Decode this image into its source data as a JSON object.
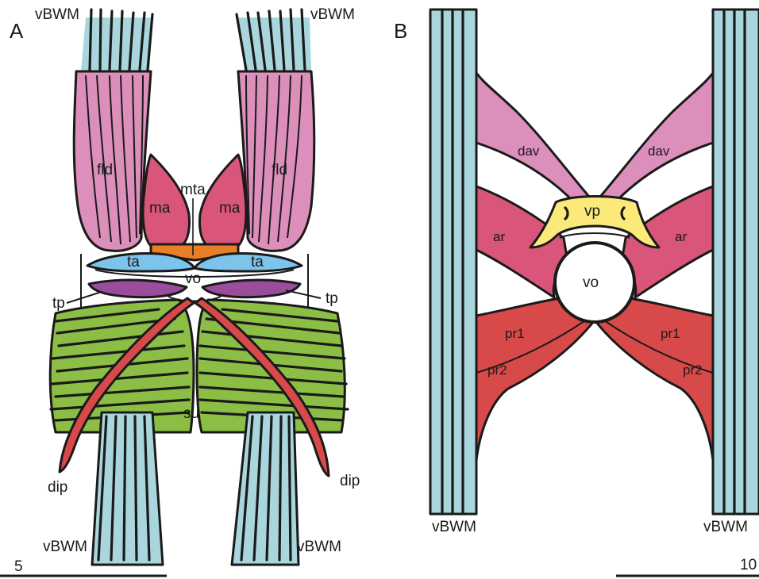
{
  "panel_a": {
    "letter": "A",
    "labels": {
      "vbwm_top_left": "vBWM",
      "vbwm_top_right": "vBWM",
      "fld_left": "fld",
      "fld_right": "fld",
      "ma_left": "ma",
      "ma_right": "ma",
      "mta": "mta",
      "ta_left": "ta",
      "ta_right": "ta",
      "vo": "vo",
      "tp_left": "tp",
      "tp_right": "tp",
      "su": "su",
      "dip_left": "dip",
      "dip_right": "dip",
      "vbwm_bottom_left": "vBWM",
      "vbwm_bottom_right": "vBWM"
    },
    "scale_bar_label": "5"
  },
  "panel_b": {
    "letter": "B",
    "labels": {
      "dav_left": "dav",
      "dav_right": "dav",
      "vp": "vp",
      "ar_left": "ar",
      "ar_right": "ar",
      "vo": "vo",
      "pr1_left": "pr1",
      "pr1_right": "pr1",
      "pr2_left": "pr2",
      "pr2_right": "pr2",
      "vbwm_left": "vBWM",
      "vbwm_right": "vBWM"
    },
    "scale_bar_label": "10"
  },
  "colors": {
    "body_wall_muscle": "#a9d6dd",
    "fld_dav": "#dd8fbb",
    "ma_ar": "#d9557a",
    "pr_dip": "#d84a4a",
    "ta": "#7cc4ec",
    "tp": "#9a4d9b",
    "mta": "#e87f26",
    "su_green": "#8cbe46",
    "vp": "#fbe97a",
    "outline": "#1a1a1a"
  }
}
